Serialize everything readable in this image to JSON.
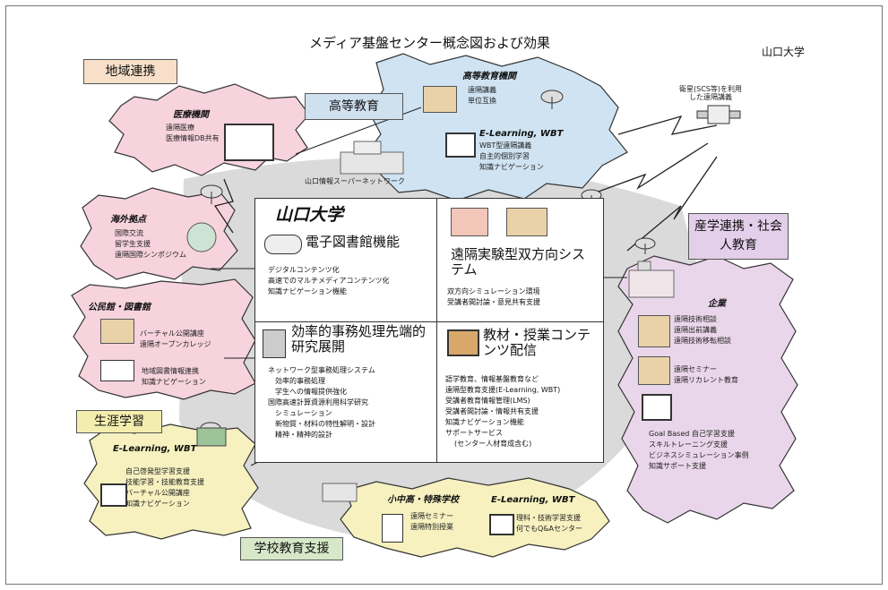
{
  "title": "メディア基盤センター概念図および効果",
  "university_corner": "山口大学",
  "labels": {
    "regional": "地域連携",
    "higher_ed": "高等教育",
    "industry": "産学連携・社会人教育",
    "lifelong": "生涯学習",
    "school_support": "学校教育支援"
  },
  "network_label": "山口情報スーパーネットワーク",
  "satellite_label": "衛星(SCS等)を利用した遠隔講義",
  "clouds": {
    "medical": {
      "title": "医療機関",
      "items": [
        "遠隔医療",
        "医療情報DB共有"
      ]
    },
    "higher": {
      "title": "高等教育機関",
      "items": [
        "遠隔講義",
        "単位互換"
      ]
    },
    "elearning_top": {
      "title": "E-Learning, WBT",
      "items": [
        "WBT型遠隔講義",
        "自主的個別学習",
        "知識ナビゲーション"
      ]
    },
    "overseas": {
      "title": "海外拠点",
      "items": [
        "国際交流",
        "留学生支援",
        "遠隔国際シンポジウム"
      ]
    },
    "public": {
      "title": "公民館・図書館",
      "items": [
        "バーチャル公開講座",
        "遠隔オープンカレッジ",
        "地域図書情報連携",
        "知識ナビゲーション"
      ]
    },
    "lifelong_cloud": {
      "title": "E-Learning, WBT",
      "items": [
        "自己啓発型学習支援",
        "技能学習・技能教育支援",
        "バーチャル公開講座",
        "知識ナビゲーション"
      ]
    },
    "school": {
      "title": "小中高・特殊学校",
      "items": [
        "遠隔セミナー",
        "遠隔特別授業"
      ]
    },
    "school_el": {
      "title": "E-Learning, WBT",
      "items": [
        "理科・技術学習支援",
        "何でもQ&Aセンター"
      ]
    },
    "company": {
      "title": "企業",
      "items": [
        "遠隔技術相談",
        "遠隔出前講義",
        "遠隔技術移転相談",
        "遠隔セミナー",
        "遠隔リカレント教育",
        "Goal Based 自己学習支援",
        "スキルトレーニング支援",
        "ビジネスシミュレーション事例",
        "知識サポート支援"
      ]
    }
  },
  "center": {
    "university": "山口大学",
    "library": {
      "title": "電子図書館機能",
      "items": [
        "デジタルコンテンツ化",
        "高速でのマルチメディアコンテンツ化",
        "知識ナビゲーション機能"
      ]
    },
    "remote": {
      "title": "遠隔実験型双方向システム",
      "items": [
        "双方向シミュレーション環境",
        "受講者間討論・意見共有支援"
      ]
    },
    "admin": {
      "title": "効率的事務処理先端的研究展開",
      "items": [
        "ネットワーク型事務処理システム",
        "効率的事務処理",
        "学生への情報提供強化",
        "国際高速計算資源利用科学研究",
        "シミュレーション",
        "新物質・材料の特性解明・設計",
        "精神・精神的設計"
      ]
    },
    "content": {
      "title": "教材・授業コンテンツ配信",
      "items": [
        "語学教育、情報基盤教育など",
        "遠隔型教育支援(E-Learning, WBT)",
        "受講者教育情報管理(LMS)",
        "受講者間討論・情報共有支援",
        "知識ナビゲーション機能",
        "サポートサービス",
        "(センター人材育成含む)"
      ]
    }
  },
  "colors": {
    "pink_cloud": "#f6d3dd",
    "blue_cloud": "#cfe3f2",
    "yellow_cloud": "#f6f1bf",
    "violet_cloud": "#ead6ea",
    "regional_box": "#f7dfc9",
    "higher_box": "#cfe0ef",
    "industry_box": "#e3cfe9",
    "lifelong_box": "#f4eeae",
    "school_box": "#d6e8c8",
    "grey_band": "#d9d9d9"
  }
}
